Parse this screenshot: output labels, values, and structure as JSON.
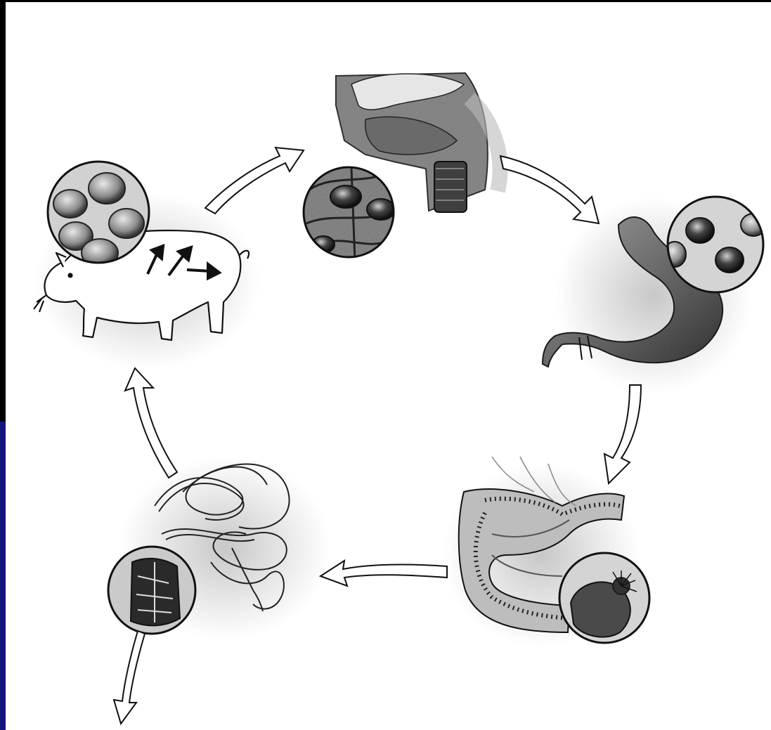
{
  "figure": {
    "subject": "life-cycle",
    "stages": [
      {
        "id": "host-pig",
        "icon": "pig-icon",
        "inset": "encysted-larvae-in-muscle"
      },
      {
        "id": "host-mouth-throat",
        "icon": "head-cross-section-icon",
        "inset": "cysts-in-tissue"
      },
      {
        "id": "host-stomach",
        "icon": "stomach-icon",
        "inset": "released-larvae"
      },
      {
        "id": "host-intestine",
        "icon": "intestine-icon",
        "inset": "larva-attached-to-mucosa"
      },
      {
        "id": "adult-worms",
        "icon": "worm-tangle-icon",
        "inset": "worm-section"
      }
    ],
    "colors": {
      "ink": "#111111",
      "shade": "#bdbdbd",
      "tissue": "#5b5b5b",
      "slide_edge": "#14147a"
    }
  }
}
